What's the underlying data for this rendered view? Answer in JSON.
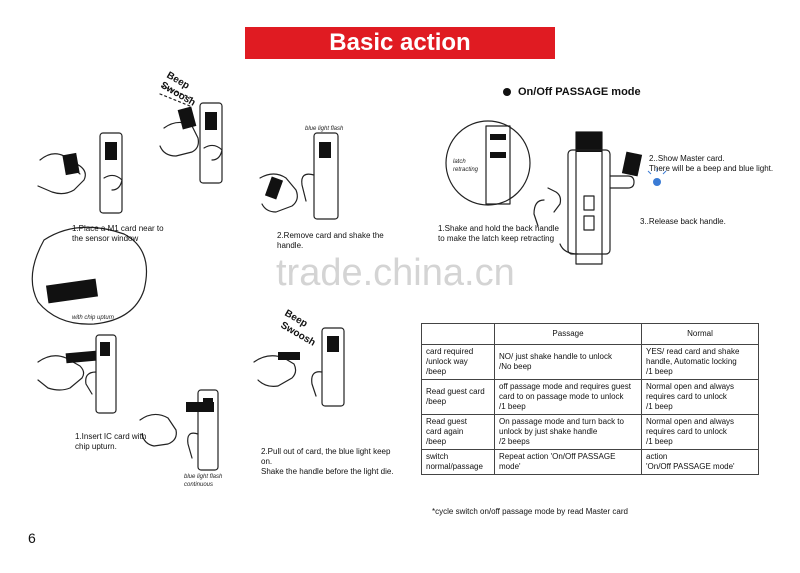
{
  "title": "Basic action",
  "page_number": "6",
  "watermark": "trade.china.cn",
  "steps": {
    "s1": {
      "lines": [
        "1.Place a M1 card near to",
        "the sensor window"
      ]
    },
    "s2": {
      "lines": [
        "2.Remove card and shake the",
        "handle."
      ]
    },
    "s3": {
      "lines": [
        "1.Insert IC card with",
        "chip upturn."
      ]
    },
    "s4": {
      "lines": [
        "2.Pull out of card, the blue light keep",
        "on.",
        "Shake the handle before the light die."
      ]
    }
  },
  "sounds": {
    "beep": "Beep",
    "swoosh": "Swoosh"
  },
  "notes": {
    "blue_light_flash": "blue light flash",
    "with_chip_upturn": "with chip upturn",
    "blue_light_flash_continuous": [
      "blue light flash",
      "continuous"
    ],
    "latch_retracting": [
      "latch",
      "retracting"
    ]
  },
  "passage_mode": {
    "header": "On/Off PASSAGE mode",
    "step1": [
      "1.Shake and hold the back handle",
      "to make the latch keep retracting"
    ],
    "step2": [
      "2..Show Master card.",
      "There will be a beep and blue light."
    ],
    "step3": "3..Release back handle."
  },
  "table": {
    "headers": [
      "",
      "Passage",
      "Normal"
    ],
    "rows": [
      [
        [
          "card required",
          "/unlock way",
          "/beep"
        ],
        [
          "NO/ just shake handle to unlock",
          "/No beep"
        ],
        [
          "YES/ read card and shake",
          "handle, Automatic locking",
          "/1 beep"
        ]
      ],
      [
        [
          "Read guest card",
          "/beep"
        ],
        [
          "off passage mode and requires guest",
          "card to on passage mode to unlock",
          "/1 beep"
        ],
        [
          "Normal open and always",
          "requires card to unlock",
          "/1 beep"
        ]
      ],
      [
        [
          "Read guest",
          "card again",
          "/beep"
        ],
        [
          "On passage mode and turn back to",
          "unlock by just shake handle",
          "/2 beeps"
        ],
        [
          "Normal open and always",
          "requires card to unlock",
          "/1 beep"
        ]
      ],
      [
        [
          "switch",
          "normal/passage"
        ],
        [
          "Repeat action 'On/Off PASSAGE mode'"
        ],
        [
          "action",
          "'On/Off PASSAGE mode'"
        ]
      ]
    ]
  },
  "footnote": "*cycle switch on/off passage mode by read Master card",
  "colors": {
    "accent": "#e01b22",
    "indicator": "#3a7bd5"
  }
}
